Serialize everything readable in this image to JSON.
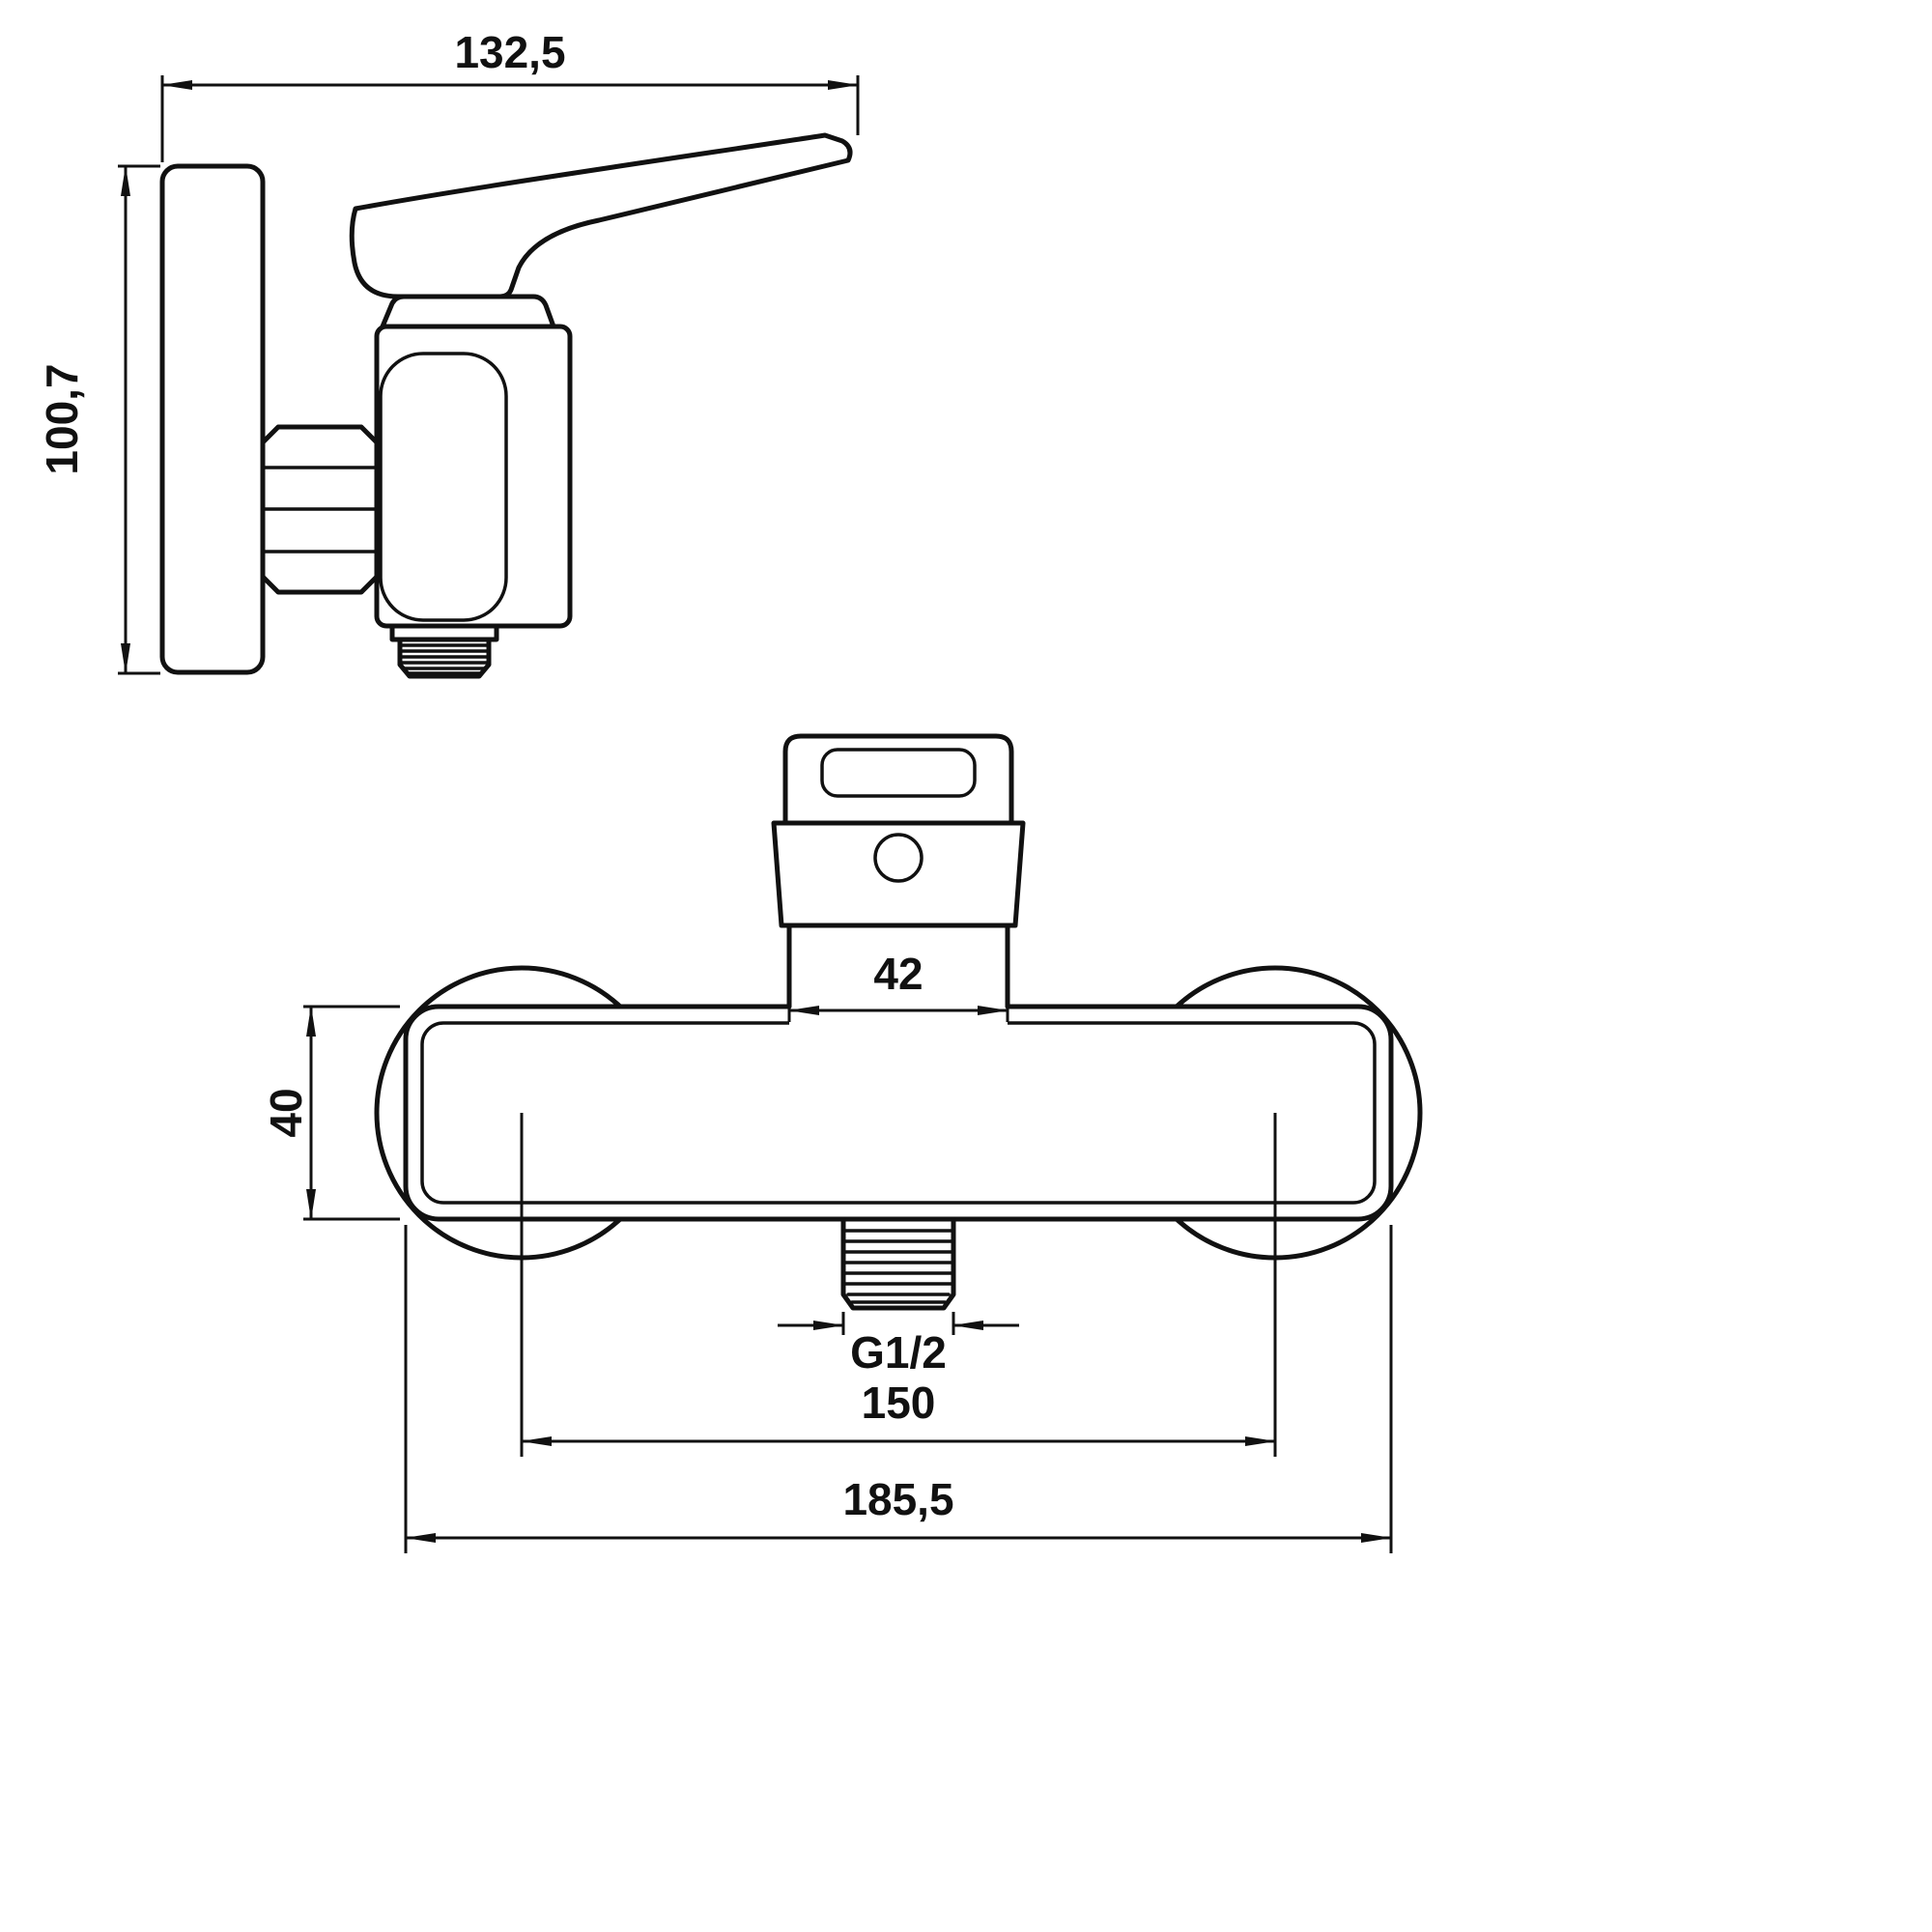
{
  "drawing": {
    "colors": {
      "line": "#111111",
      "background": "#ffffff"
    },
    "views": {
      "side": {
        "dimensions": {
          "depth": "132,5",
          "height": "100,7"
        }
      },
      "front": {
        "dimensions": {
          "column_width": "42",
          "body_height": "40",
          "thread": "G1/2",
          "centers": "150",
          "overall_width": "185,5"
        }
      }
    }
  }
}
